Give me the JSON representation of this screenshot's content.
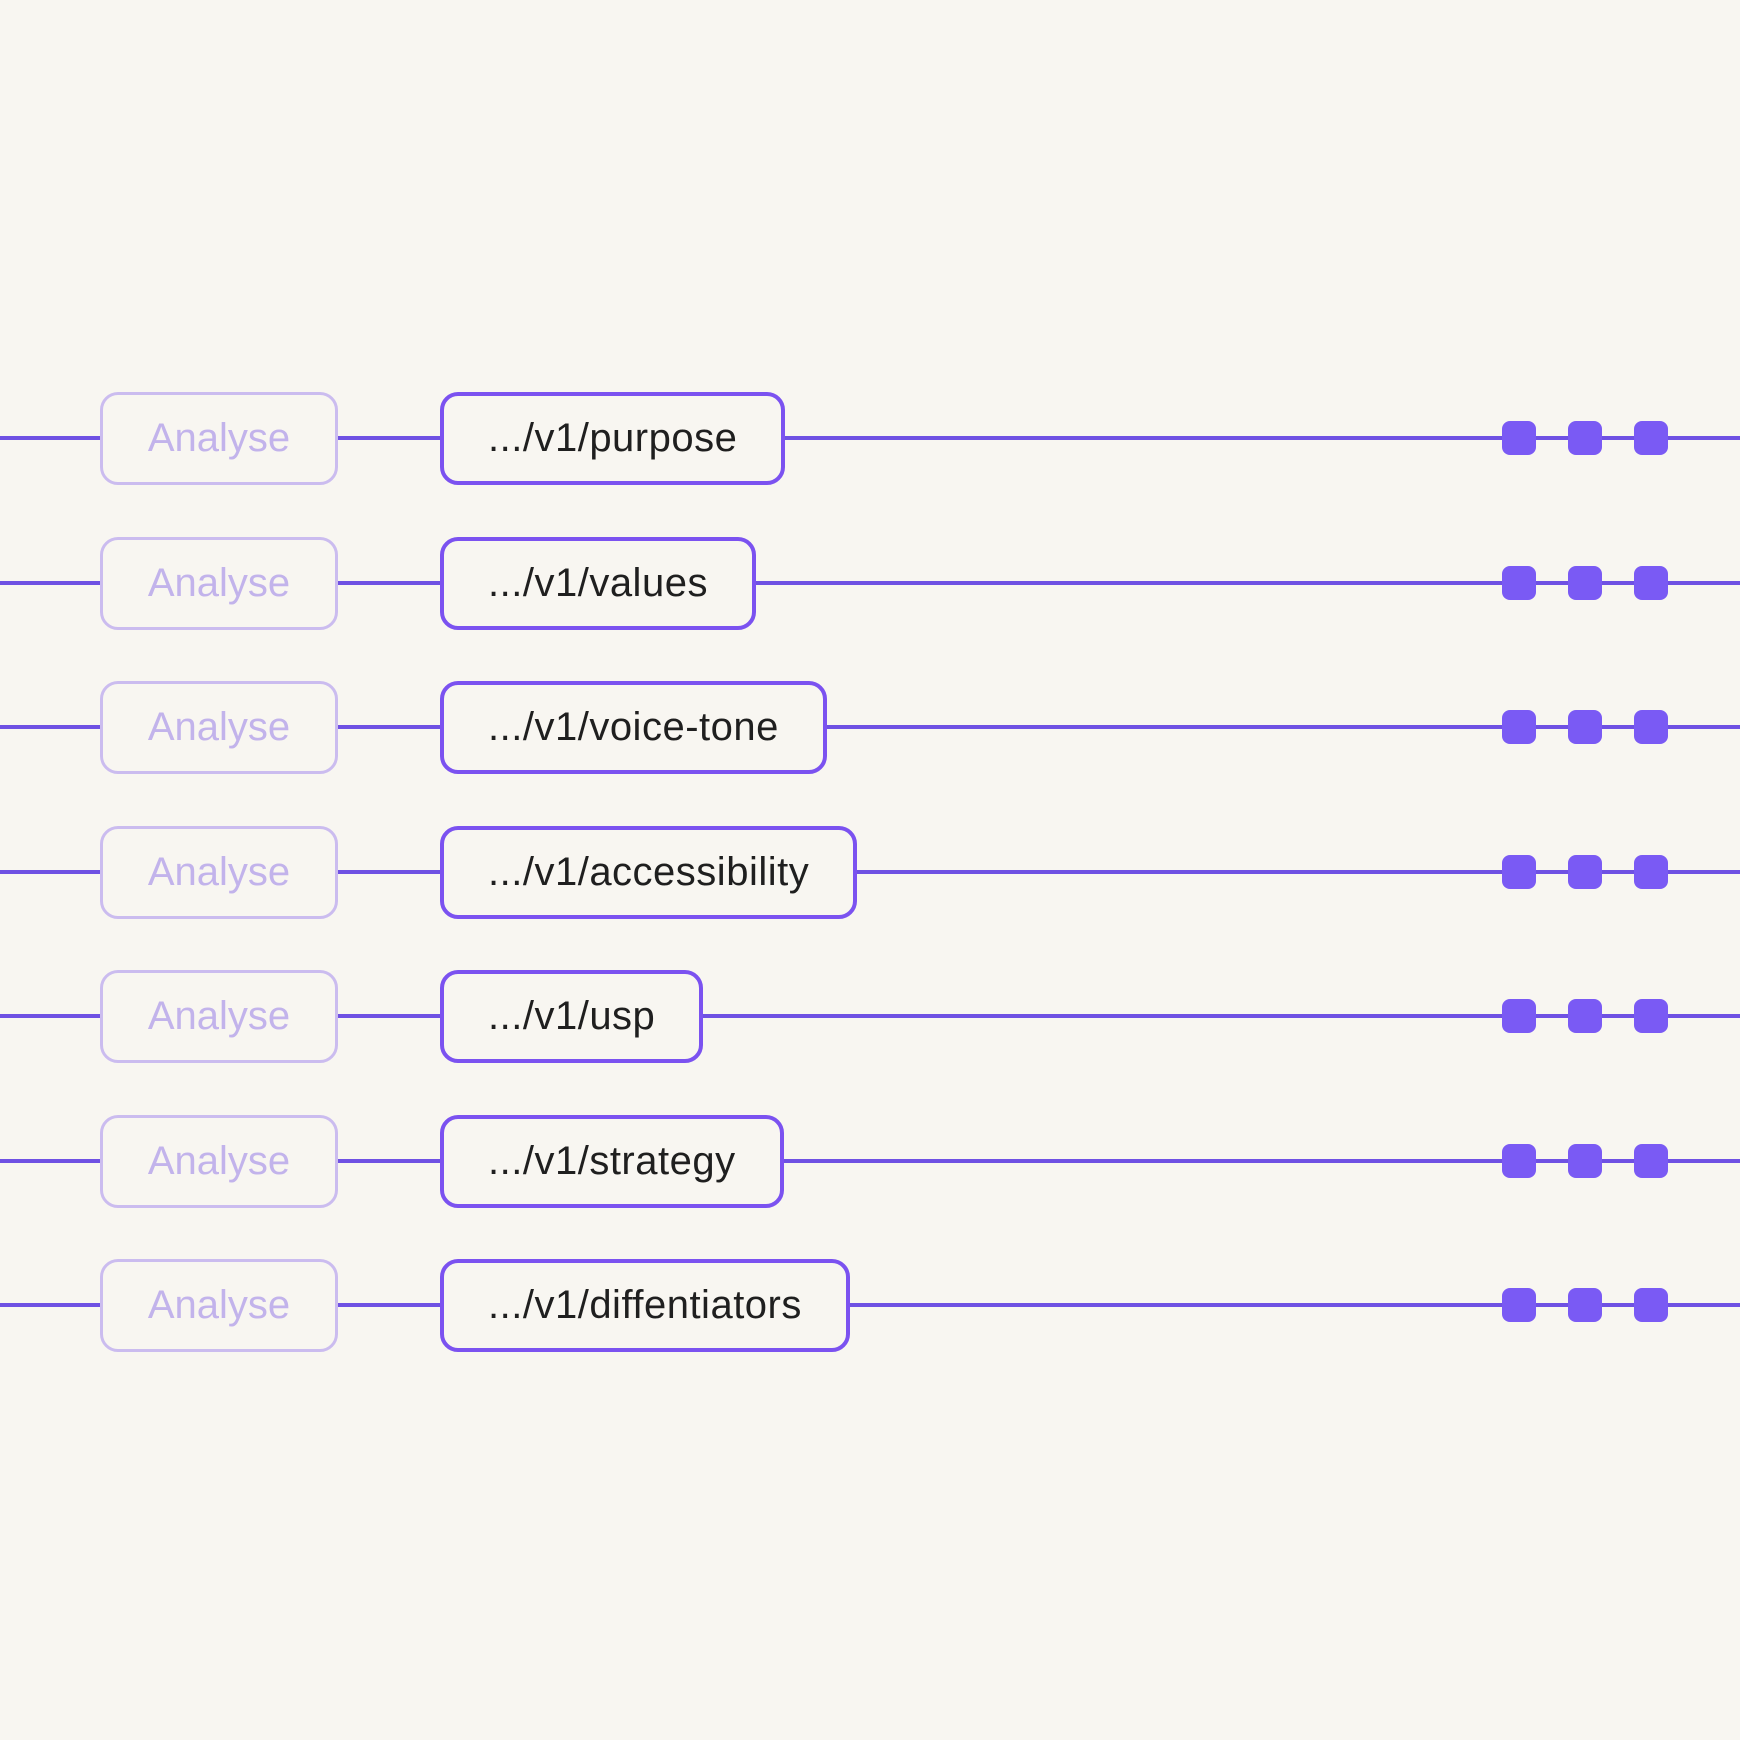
{
  "diagram": {
    "description": "API endpoint flow diagram",
    "rows": [
      {
        "action": "Analyse",
        "endpoint": ".../v1/purpose"
      },
      {
        "action": "Analyse",
        "endpoint": ".../v1/values"
      },
      {
        "action": "Analyse",
        "endpoint": ".../v1/voice-tone"
      },
      {
        "action": "Analyse",
        "endpoint": ".../v1/accessibility"
      },
      {
        "action": "Analyse",
        "endpoint": ".../v1/usp"
      },
      {
        "action": "Analyse",
        "endpoint": ".../v1/strategy"
      },
      {
        "action": "Analyse",
        "endpoint": ".../v1/diffentiators"
      }
    ],
    "squares_per_row": 3
  },
  "colors": {
    "background": "#F8F6F1",
    "line": "#6F51E3",
    "node_border": "#7B52F0",
    "endpoint_text": "#1F1F1F",
    "analyse_border": "#CBBCEF",
    "analyse_text": "#C2B3EB",
    "square": "#7A5AF4"
  }
}
